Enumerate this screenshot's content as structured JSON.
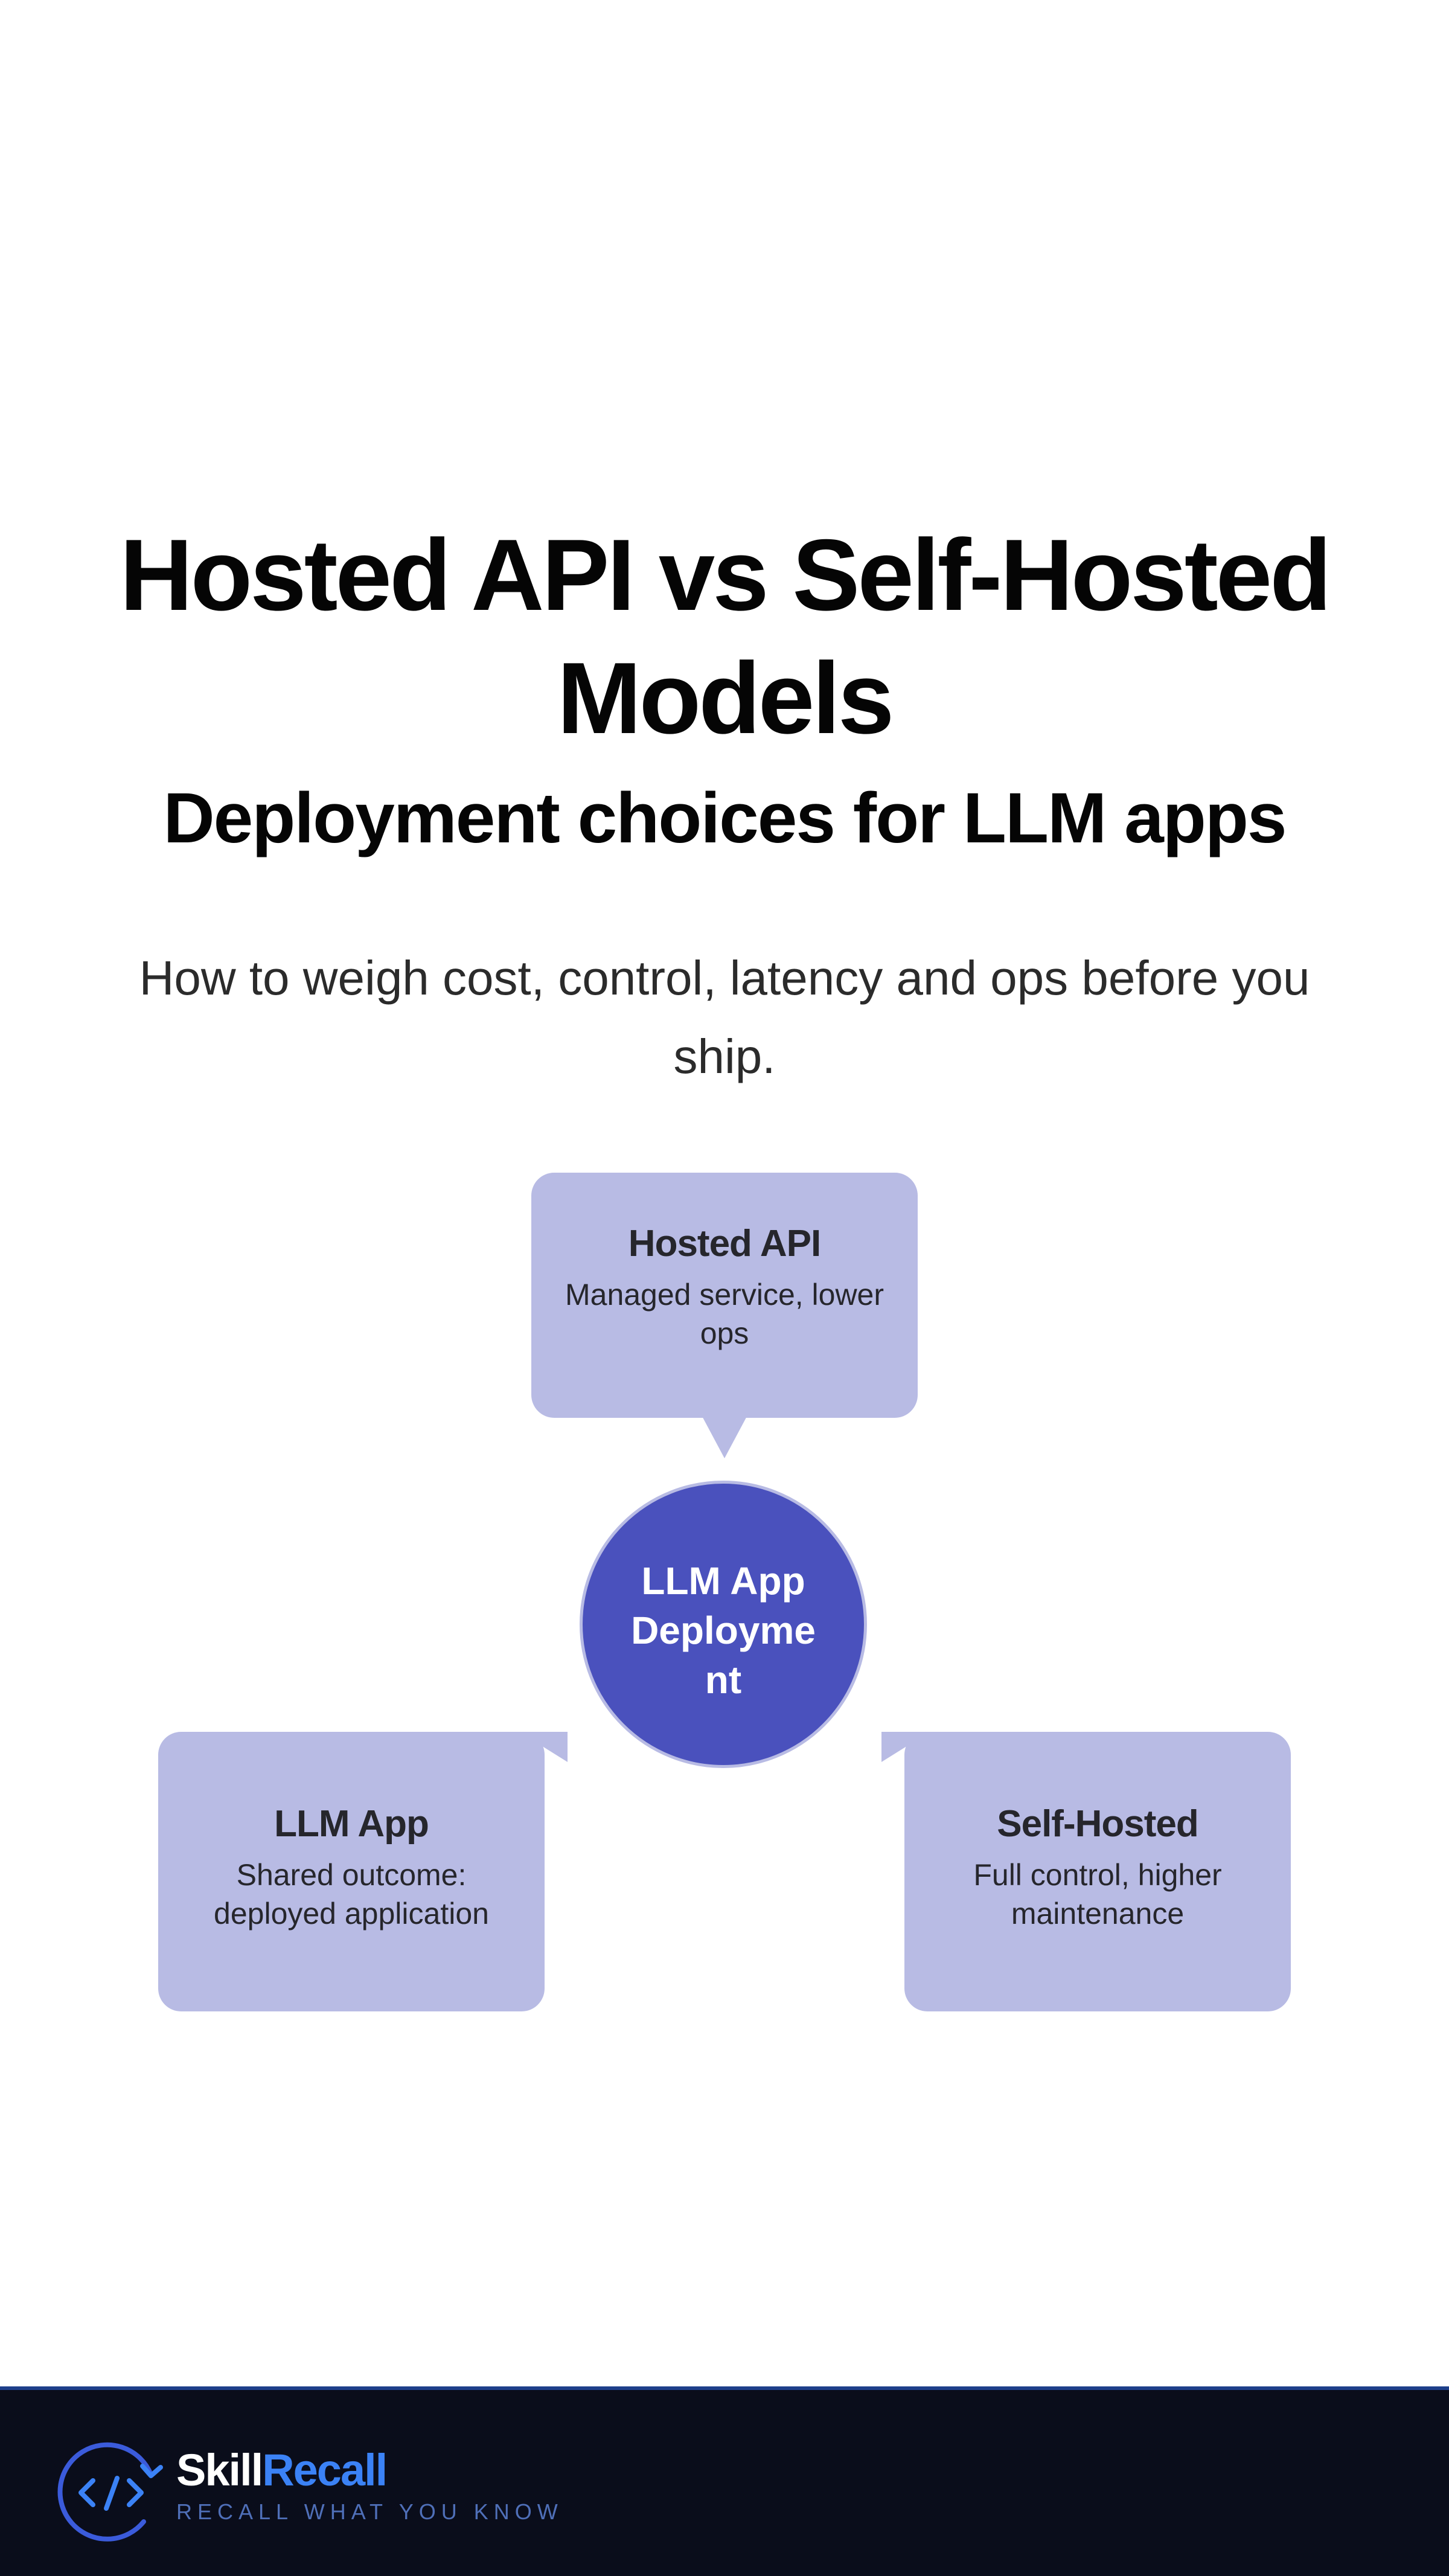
{
  "header": {
    "title": "Hosted API vs Self-Hosted Models",
    "subtitle": "Deployment choices for LLM apps",
    "lede": "How to weigh cost, control, latency and ops before you ship."
  },
  "diagram": {
    "hub": {
      "label": "LLM App Deployment"
    },
    "nodes": [
      {
        "title": "Hosted API",
        "text": "Managed service, lower ops"
      },
      {
        "title": "LLM App",
        "text": "Shared outcome: deployed application"
      },
      {
        "title": "Self-Hosted",
        "text": "Full control, higher maintenance"
      }
    ]
  },
  "footer": {
    "brand_part1": "Skill",
    "brand_part2": "Recall",
    "tagline": "RECALL WHAT YOU KNOW",
    "logo_icon": "code-icon"
  },
  "colors": {
    "bubble": "#b8bbe4",
    "hub": "#4a51bd",
    "footer_bg": "#0a0d1b",
    "brand_accent": "#3b82f6"
  }
}
